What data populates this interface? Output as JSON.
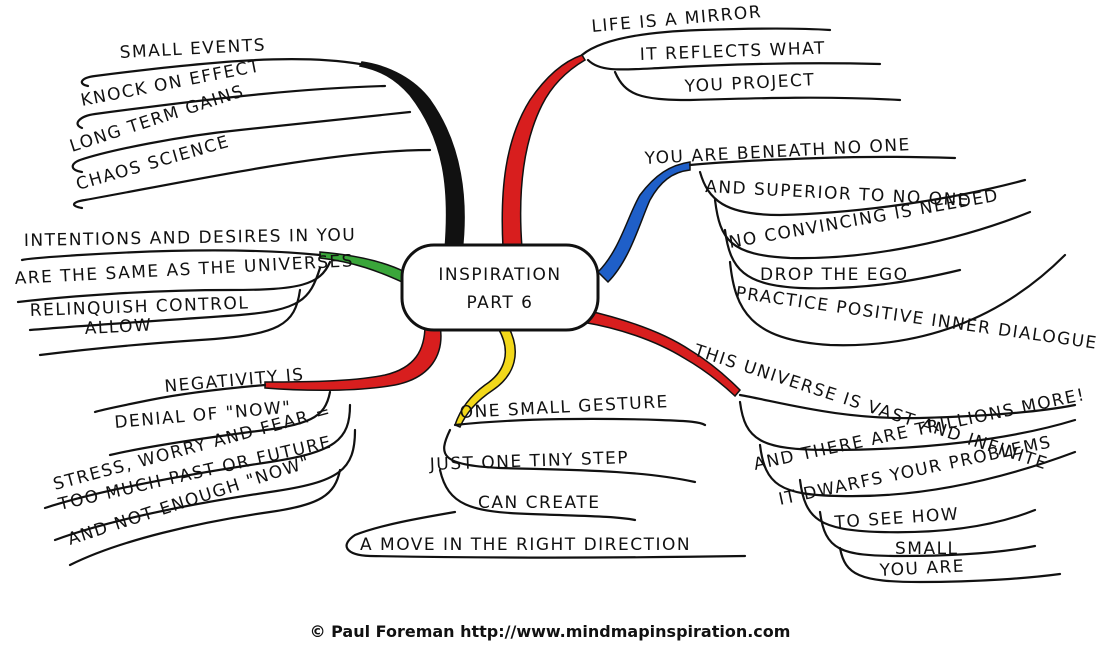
{
  "center": {
    "line1": "INSPIRATION",
    "line2": "PART 6"
  },
  "branches": {
    "black": [
      "SMALL EVENTS",
      "KNOCK ON EFFECT",
      "LONG TERM GAINS",
      "CHAOS SCIENCE"
    ],
    "red_top": [
      "LIFE IS A MIRROR",
      "IT REFLECTS WHAT",
      "YOU PROJECT"
    ],
    "blue": [
      "YOU ARE BENEATH NO ONE",
      "AND SUPERIOR TO NO ONE",
      "NO CONVINCING IS NEEDED",
      "DROP THE EGO",
      "PRACTICE POSITIVE INNER DIALOGUE"
    ],
    "green": [
      "INTENTIONS AND DESIRES IN YOU",
      "ARE THE SAME AS THE UNIVERSES",
      "RELINQUISH CONTROL",
      "ALLOW"
    ],
    "red_left": [
      "NEGATIVITY IS",
      "DENIAL OF \"NOW\"",
      "STRESS, WORRY AND FEAR =",
      "TOO MUCH PAST OR FUTURE",
      "AND NOT ENOUGH \"NOW\""
    ],
    "yellow": [
      "ONE SMALL GESTURE",
      "JUST ONE TINY STEP",
      "CAN CREATE",
      "A MOVE IN THE RIGHT DIRECTION"
    ],
    "red_right": [
      "THIS UNIVERSE IS VAST AND INFINITE",
      "AND THERE ARE TRILLIONS MORE!",
      "IT DWARFS YOUR PROBLEMS",
      "TO SEE HOW",
      "SMALL",
      "YOU ARE"
    ]
  },
  "colors": {
    "black": "#111111",
    "red": "#d81e1e",
    "blue": "#1f5fc8",
    "green": "#3aa63a",
    "yellow": "#f2d81a"
  },
  "copyright": "© Paul Foreman http://www.mindmapinspiration.com"
}
